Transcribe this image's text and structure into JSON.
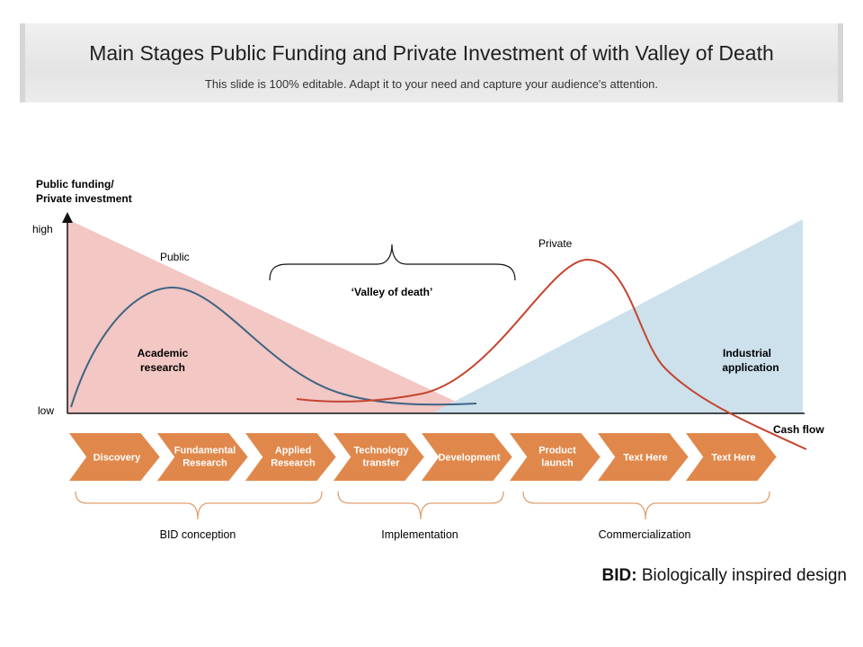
{
  "header": {
    "title": "Main Stages  Public Funding and Private Investment of with Valley of Death",
    "subtitle": "This slide is 100% editable. Adapt it to your need and capture your audience's attention."
  },
  "diagram": {
    "y_axis_label_line1": "Public funding/",
    "y_axis_label_line2": "Private investment",
    "y_high": "high",
    "y_low": "low",
    "x_axis_label": "Cash flow",
    "public_label": "Public",
    "private_label": "Private",
    "valley_label": "‘Valley of death’",
    "academic_line1": "Academic",
    "academic_line2": "research",
    "industrial_line1": "Industrial",
    "industrial_line2": "application",
    "colors": {
      "public_area": "#f2c7c4",
      "private_area": "#cce1ec",
      "public_curve": "#3e6484",
      "private_curve": "#c4452f",
      "stage_arrow": "#e0884b",
      "bracket": "#e0a070"
    }
  },
  "stages": [
    {
      "line1": "Discovery",
      "line2": ""
    },
    {
      "line1": "Fundamental",
      "line2": "Research"
    },
    {
      "line1": "Applied",
      "line2": "Research"
    },
    {
      "line1": "Technology",
      "line2": "transfer"
    },
    {
      "line1": "Development",
      "line2": ""
    },
    {
      "line1": "Product",
      "line2": "launch"
    },
    {
      "line1": "Text Here",
      "line2": ""
    },
    {
      "line1": "Text Here",
      "line2": ""
    }
  ],
  "phases": [
    {
      "label": "BID conception"
    },
    {
      "label": "Implementation"
    },
    {
      "label": "Commercialization"
    }
  ],
  "footnote": {
    "term": "BID:",
    "definition": " Biologically inspired design"
  }
}
